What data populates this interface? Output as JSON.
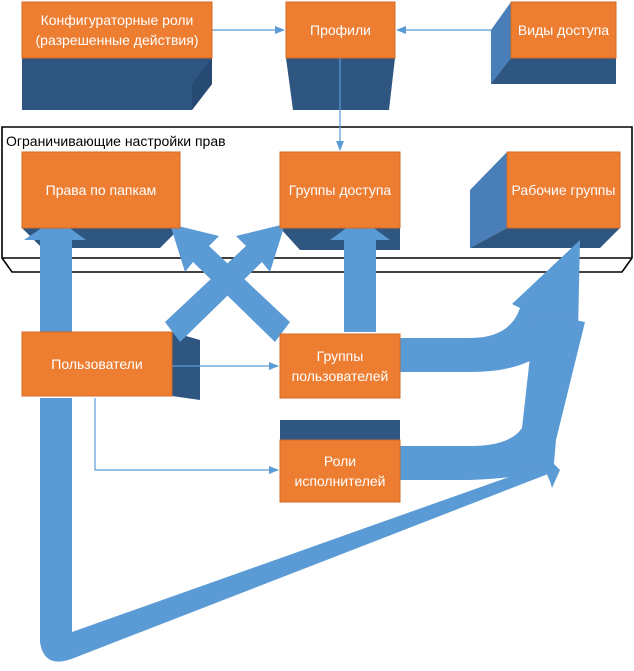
{
  "colors": {
    "box_fill": "#ED7D31",
    "box_border": "#D26A25",
    "depth_dark": "#2F5581",
    "depth_light": "#4A7EB8",
    "arrow": "#5B9BD5",
    "line": "#5B9BD5",
    "frame": "#000000",
    "text": "#FFFFFF"
  },
  "frame": {
    "title": "Ограничивающие настройки прав"
  },
  "boxes": {
    "config_roles": "Конфигураторные роли\n(разрешенные действия)",
    "profiles": "Профили",
    "access_kinds": "Виды доступа",
    "folder_rights": "Права по папкам",
    "access_groups": "Группы доступа",
    "work_groups": "Рабочие группы",
    "users": "Пользователи",
    "user_groups": "Группы\nпользователей",
    "performer_roles": "Роли\nисполнителей"
  }
}
